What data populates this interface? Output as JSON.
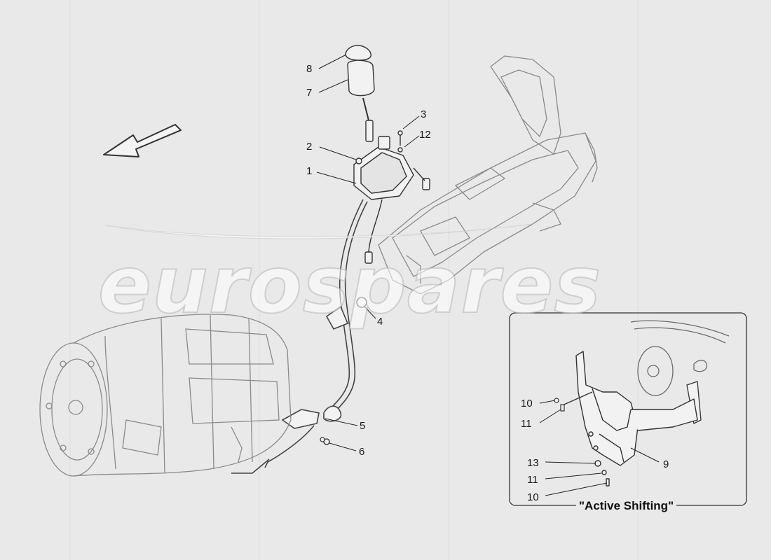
{
  "callouts": [
    {
      "id": "8",
      "text": "8"
    },
    {
      "id": "7",
      "text": "7"
    },
    {
      "id": "3",
      "text": "3"
    },
    {
      "id": "12",
      "text": "12"
    },
    {
      "id": "2",
      "text": "2"
    },
    {
      "id": "1",
      "text": "1"
    },
    {
      "id": "4",
      "text": "4"
    },
    {
      "id": "5",
      "text": "5"
    },
    {
      "id": "6",
      "text": "6"
    },
    {
      "id": "10a",
      "text": "10"
    },
    {
      "id": "11a",
      "text": "11"
    },
    {
      "id": "9",
      "text": "9"
    },
    {
      "id": "13",
      "text": "13"
    },
    {
      "id": "11b",
      "text": "11"
    },
    {
      "id": "10b",
      "text": "10"
    }
  ],
  "inset": {
    "caption": "\"Active Shifting\""
  },
  "watermark": {
    "text": "eurospares"
  },
  "colors": {
    "background": "#e9e9e9",
    "line": "#3a3a3a",
    "part_stroke": "#555555"
  },
  "icons": {
    "direction_arrow": "arrow-down-left-icon"
  }
}
